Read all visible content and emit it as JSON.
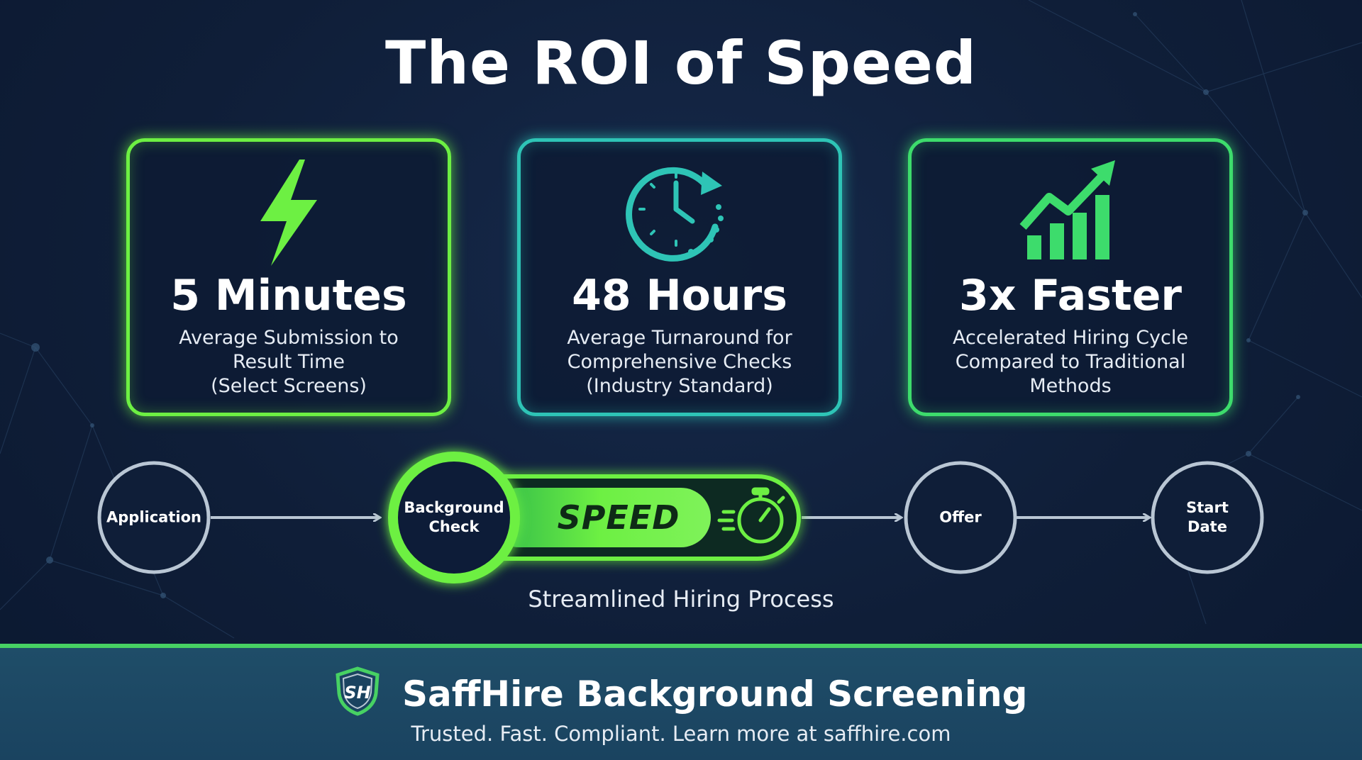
{
  "title": "The ROI of Speed",
  "colors": {
    "background": "#0f1e38",
    "lime": "#6df043",
    "teal": "#2ec4b6",
    "green": "#3ddc6c",
    "footer": "#1f4d68"
  },
  "cards": [
    {
      "icon": "lightning-bolt-icon",
      "value": "5 Minutes",
      "description": "Average Submission to\nResult Time\n(Select Screens)"
    },
    {
      "icon": "clock-icon",
      "value": "48 Hours",
      "description": "Average Turnaround for\nComprehensive Checks\n(Industry Standard)"
    },
    {
      "icon": "growth-chart-icon",
      "value": "3x Faster",
      "description": "Accelerated Hiring Cycle\nCompared to Traditional\nMethods"
    }
  ],
  "flow": {
    "steps": [
      "Application",
      "Background\nCheck",
      "Offer",
      "Start\nDate"
    ],
    "speed_label": "SPEED",
    "speed_icon": "stopwatch-icon",
    "caption": "Streamlined Hiring Process"
  },
  "footer": {
    "logo_icon": "shield-logo-icon",
    "logo_text": "SH",
    "brand": "SaffHire Background Screening",
    "tagline": "Trusted. Fast. Compliant. Learn more at saffhire.com"
  }
}
